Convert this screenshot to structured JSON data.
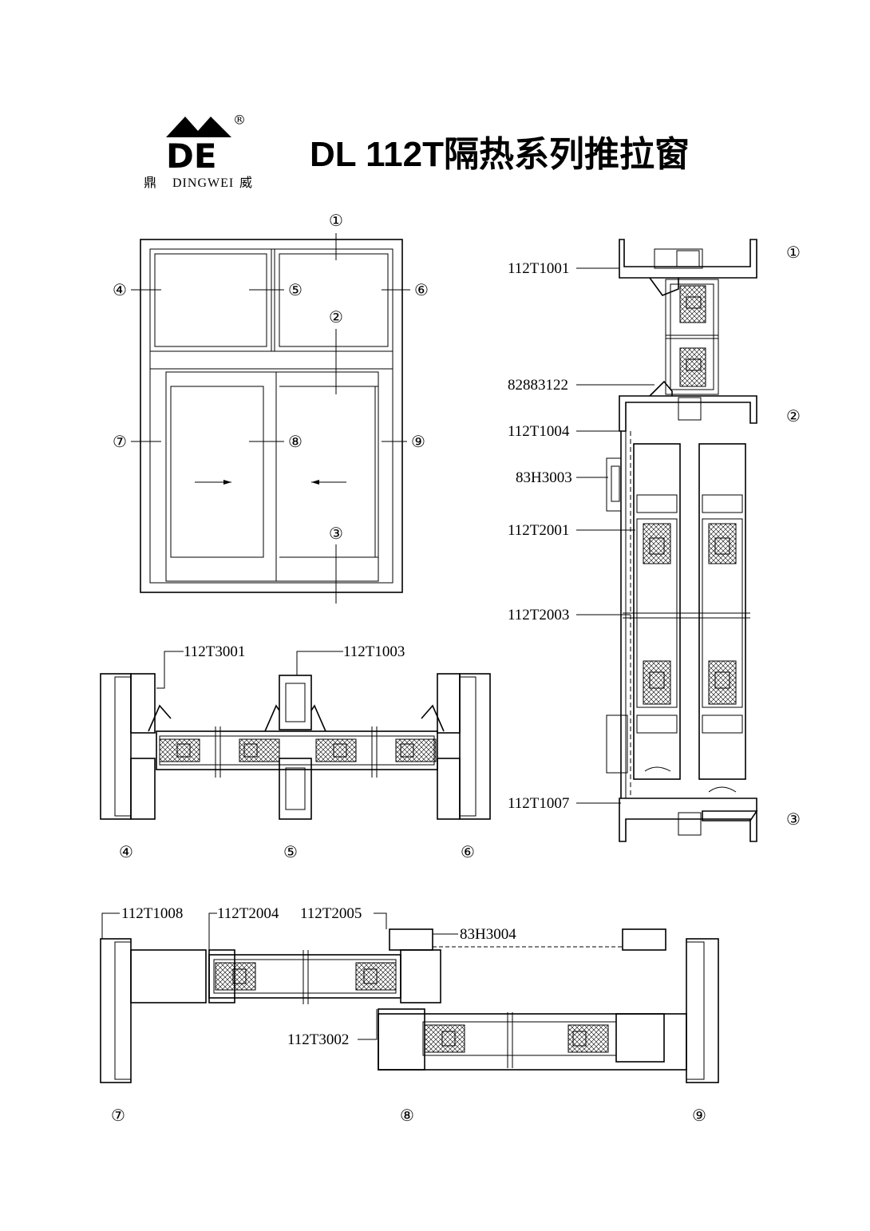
{
  "header": {
    "title": "DL 112T隔热系列推拉窗",
    "logo_letters": "DE",
    "logo_caption_left": "鼎",
    "logo_caption_mid": "DINGWEI",
    "logo_caption_right": "威",
    "registered_mark": "®"
  },
  "elevation": {
    "markers": [
      "①",
      "②",
      "③",
      "④",
      "⑤",
      "⑥",
      "⑦",
      "⑧",
      "⑨"
    ]
  },
  "vertical_section": {
    "markers": [
      "①",
      "②",
      "③"
    ],
    "labels": [
      "112T1001",
      "82883122",
      "112T1004",
      "83H3003",
      "112T2001",
      "112T2003",
      "112T1007"
    ]
  },
  "transom_section": {
    "markers": [
      "④",
      "⑤",
      "⑥"
    ],
    "labels": [
      "112T3001",
      "112T1003"
    ]
  },
  "sash_section": {
    "markers": [
      "⑦",
      "⑧",
      "⑨"
    ],
    "labels": [
      "112T1008",
      "112T2004",
      "112T2005",
      "83H3004",
      "112T3002"
    ]
  }
}
